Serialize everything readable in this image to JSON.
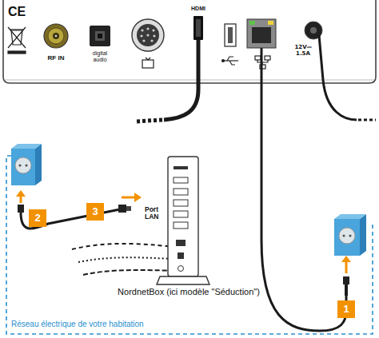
{
  "diagram": {
    "nodes": [
      {
        "text": [
          "CE",
          "RF IN",
          "digital audio",
          "HDMI",
          "12V⎓ 1.5A"
        ]
      },
      {
        "text": [
          "Réseau électrique de votre habitation"
        ]
      },
      {
        "text": [
          "NordnetBox (ici modèle \"Séduction\")"
        ],
        "in": 1
      }
    ],
    "labels": [
      "2",
      "3",
      "Port LAN",
      "1"
    ]
  }
}
